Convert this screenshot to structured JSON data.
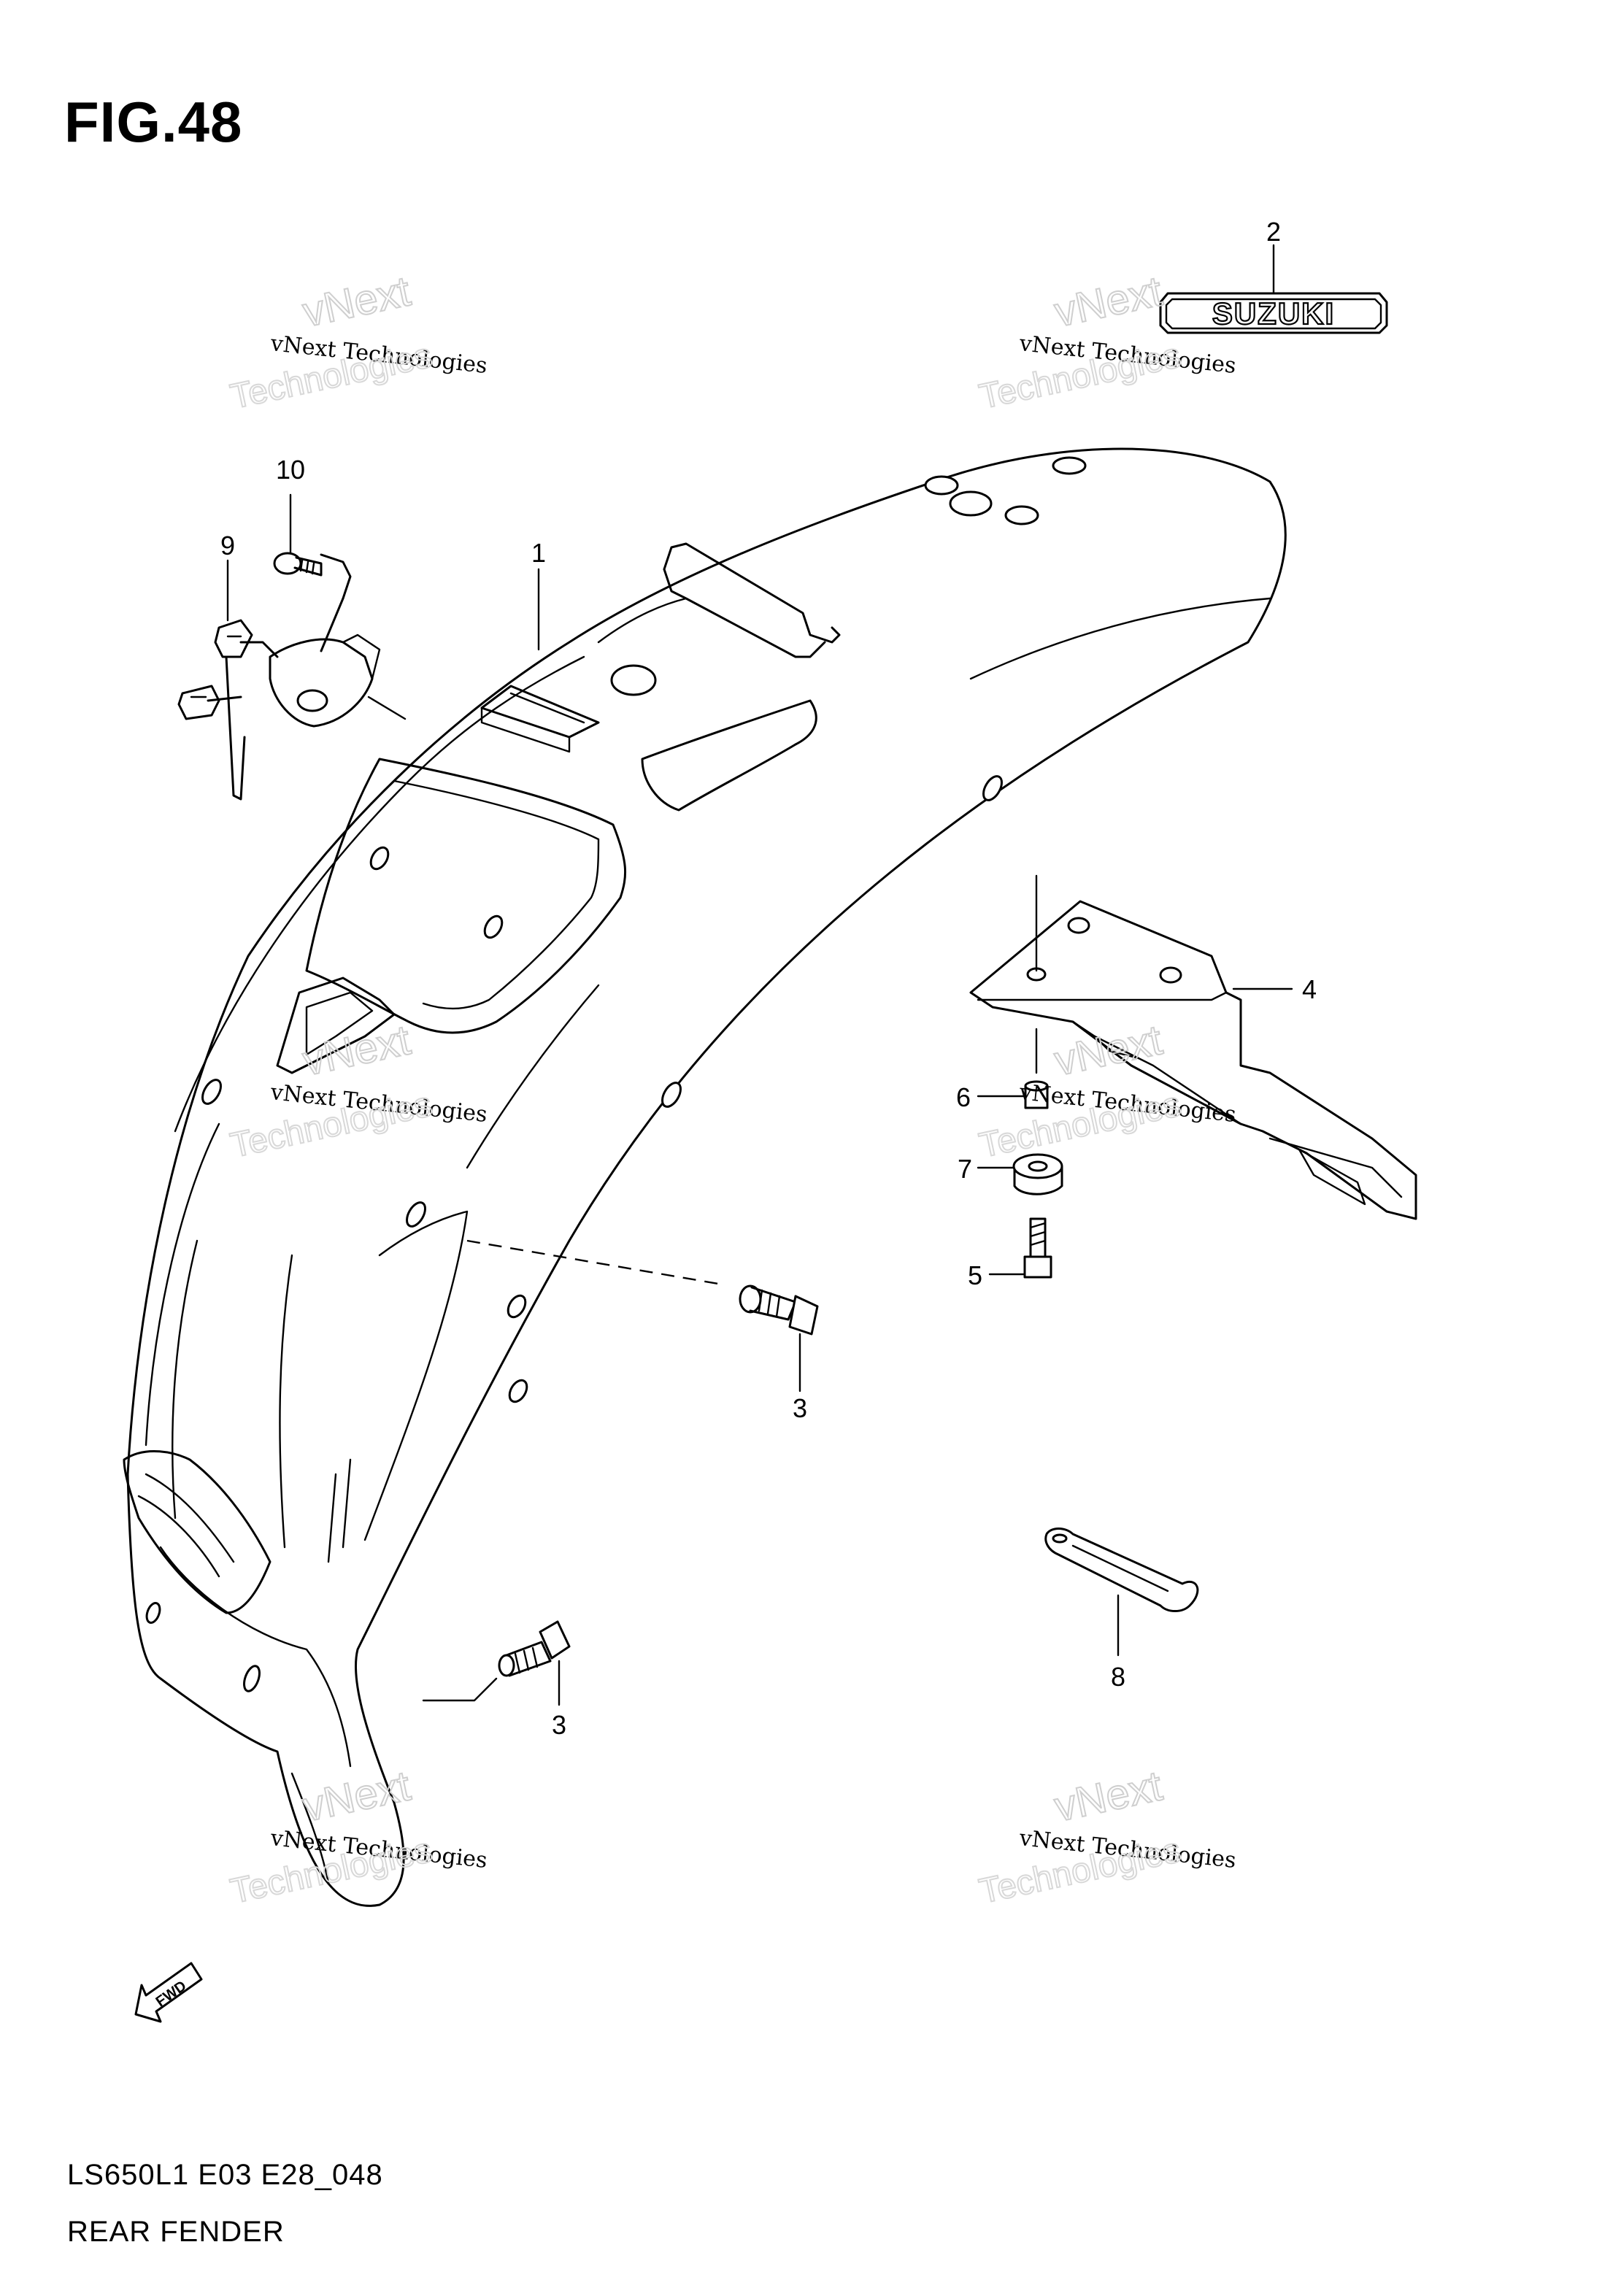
{
  "figure_title": "FIG.48",
  "footer": {
    "model_code": "LS650L1 E03 E28_048",
    "section_name": "REAR FENDER"
  },
  "emblem_text": "SUZUKI",
  "fwd_label": "FWD",
  "watermark": {
    "line1": "vNext Technologies",
    "line2": "vNext",
    "line3": "Technologies"
  },
  "callouts": {
    "c1": "1",
    "c2": "2",
    "c3a": "3",
    "c3b": "3",
    "c4": "4",
    "c5": "5",
    "c6": "6",
    "c7": "7",
    "c8": "8",
    "c9": "9",
    "c10": "10"
  }
}
